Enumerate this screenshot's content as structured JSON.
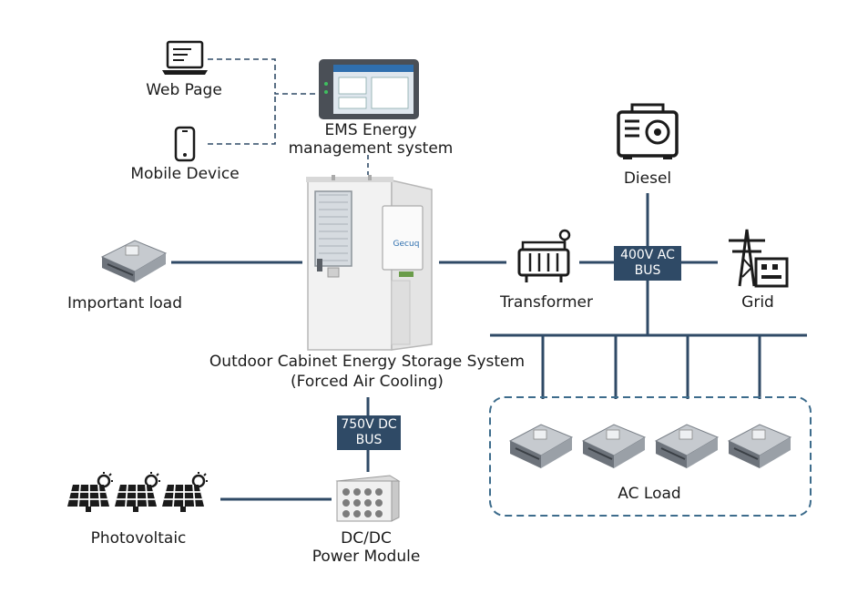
{
  "nodes": {
    "web_page": "Web Page",
    "mobile_device": "Mobile Device",
    "ems_line1": "EMS Energy",
    "ems_line2": "management system",
    "diesel": "Diesel",
    "ac_bus_line1": "400V AC",
    "ac_bus_line2": "BUS",
    "transformer": "Transformer",
    "grid": "Grid",
    "important_load": "Important load",
    "cabinet_line1": "Outdoor Cabinet Energy Storage System",
    "cabinet_line2": "(Forced Air Cooling)",
    "dc_bus_line1": "750V DC",
    "dc_bus_line2": "BUS",
    "ac_load": "AC Load",
    "photovoltaic": "Photovoltaic",
    "dcdc_line1": "DC/DC",
    "dcdc_line2": "Power Module",
    "cabinet_brand": "Gecuq"
  },
  "colors": {
    "line": "#2f4a66",
    "bus_fill": "#2f4a66",
    "dashed": "#3d6c8c"
  }
}
